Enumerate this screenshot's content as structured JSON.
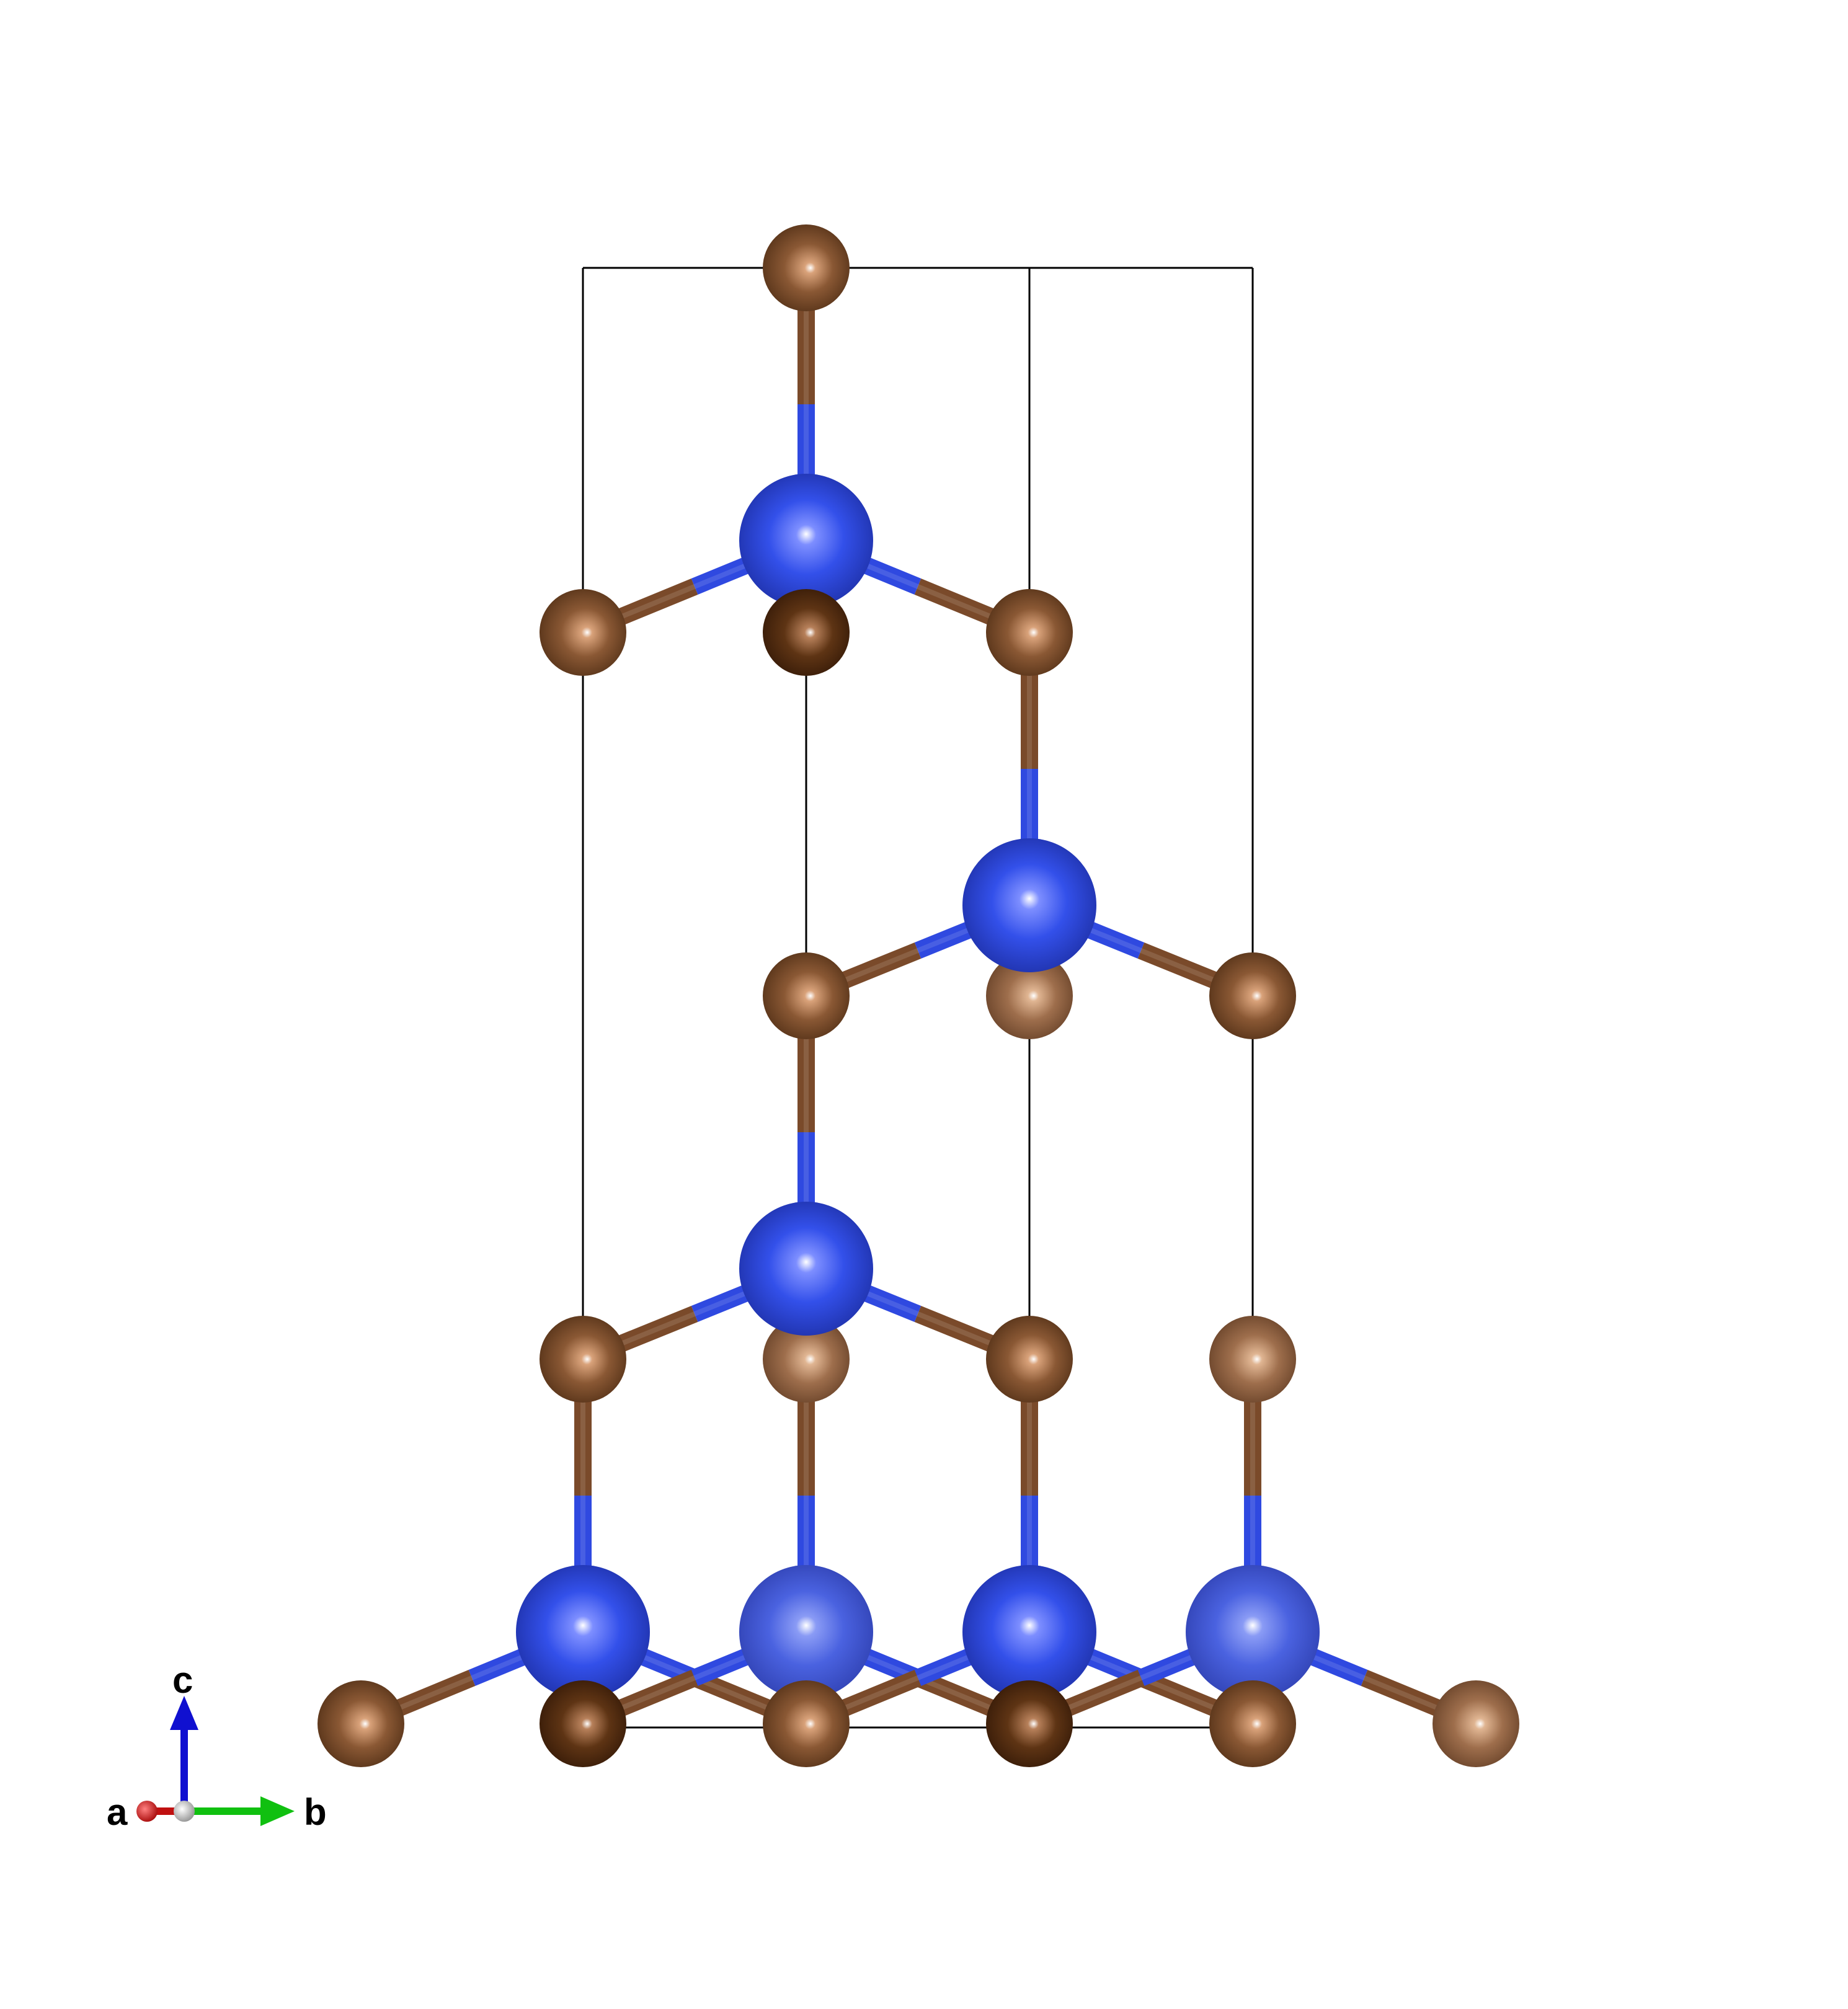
{
  "colors": {
    "background": "#ffffff",
    "cell_edge": "#000000",
    "atom_blue": "#2f49e0",
    "atom_brown": "#7a4a2a",
    "axis_a": "#d01010",
    "axis_b": "#10c010",
    "axis_c": "#1010d0",
    "axis_origin": "#d8d8d8"
  },
  "axes": {
    "a_label": "a",
    "b_label": "b",
    "c_label": "c"
  }
}
